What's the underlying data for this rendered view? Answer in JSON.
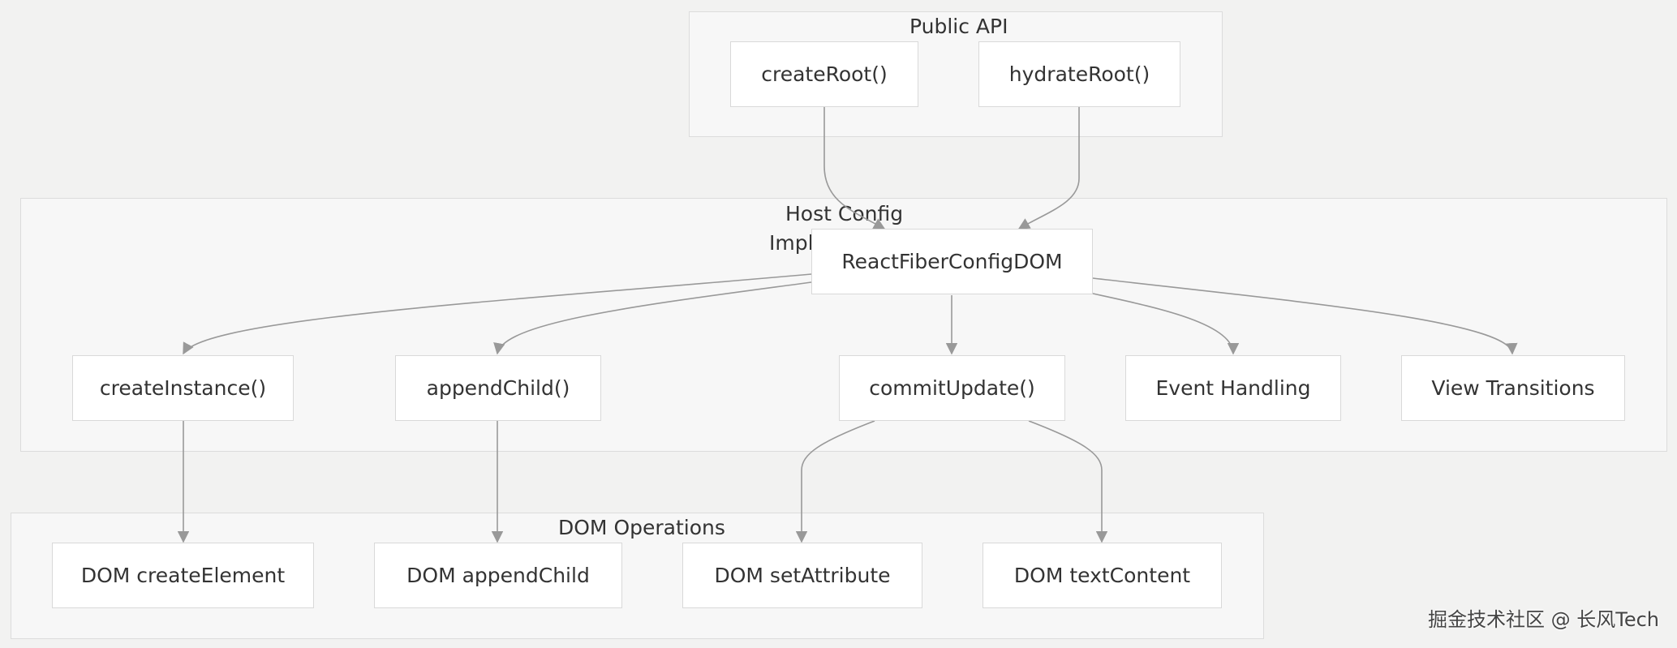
{
  "clusters": {
    "public_api": "Public API",
    "host_config": "Host Config",
    "host_config_line2": "Impl",
    "dom_ops": "DOM Operations"
  },
  "nodes": {
    "create_root": "createRoot()",
    "hydrate_root": "hydrateRoot()",
    "react_fiber_config": "ReactFiberConfigDOM",
    "create_instance": "createInstance()",
    "append_child": "appendChild()",
    "commit_update": "commitUpdate()",
    "event_handling": "Event Handling",
    "view_transitions": "View Transitions",
    "dom_create_element": "DOM createElement",
    "dom_append_child": "DOM appendChild",
    "dom_set_attribute": "DOM setAttribute",
    "dom_text_content": "DOM textContent"
  },
  "edges": [
    {
      "from": "create_root",
      "to": "react_fiber_config"
    },
    {
      "from": "hydrate_root",
      "to": "react_fiber_config"
    },
    {
      "from": "react_fiber_config",
      "to": "create_instance"
    },
    {
      "from": "react_fiber_config",
      "to": "append_child"
    },
    {
      "from": "react_fiber_config",
      "to": "commit_update"
    },
    {
      "from": "react_fiber_config",
      "to": "event_handling"
    },
    {
      "from": "react_fiber_config",
      "to": "view_transitions"
    },
    {
      "from": "create_instance",
      "to": "dom_create_element"
    },
    {
      "from": "append_child",
      "to": "dom_append_child"
    },
    {
      "from": "commit_update",
      "to": "dom_set_attribute"
    },
    {
      "from": "commit_update",
      "to": "dom_text_content"
    }
  ],
  "colors": {
    "background": "#f2f2f1",
    "cluster_fill": "#f7f7f7",
    "node_fill": "#ffffff",
    "edge": "#999999"
  },
  "watermark": "掘金技术社区 @ 长风Tech"
}
